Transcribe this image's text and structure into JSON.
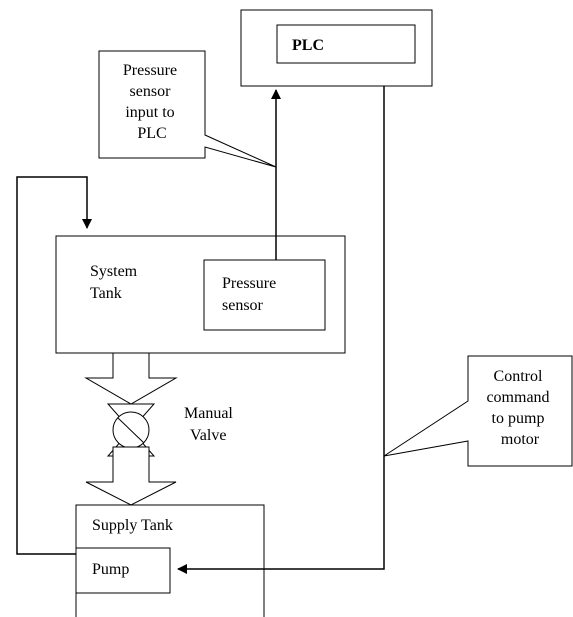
{
  "plc": {
    "label": "PLC"
  },
  "callout_sensor": {
    "lines": [
      "Pressure",
      "sensor",
      "input to",
      "PLC"
    ]
  },
  "system_tank": {
    "lines": [
      "System",
      "Tank"
    ]
  },
  "pressure_sensor": {
    "lines": [
      "Pressure",
      "sensor"
    ]
  },
  "manual_valve": {
    "lines": [
      "Manual",
      "Valve"
    ]
  },
  "callout_control": {
    "lines": [
      "Control",
      "command",
      "to pump",
      "motor"
    ]
  },
  "supply_tank": {
    "label": "Supply Tank"
  },
  "pump": {
    "label": "Pump"
  }
}
